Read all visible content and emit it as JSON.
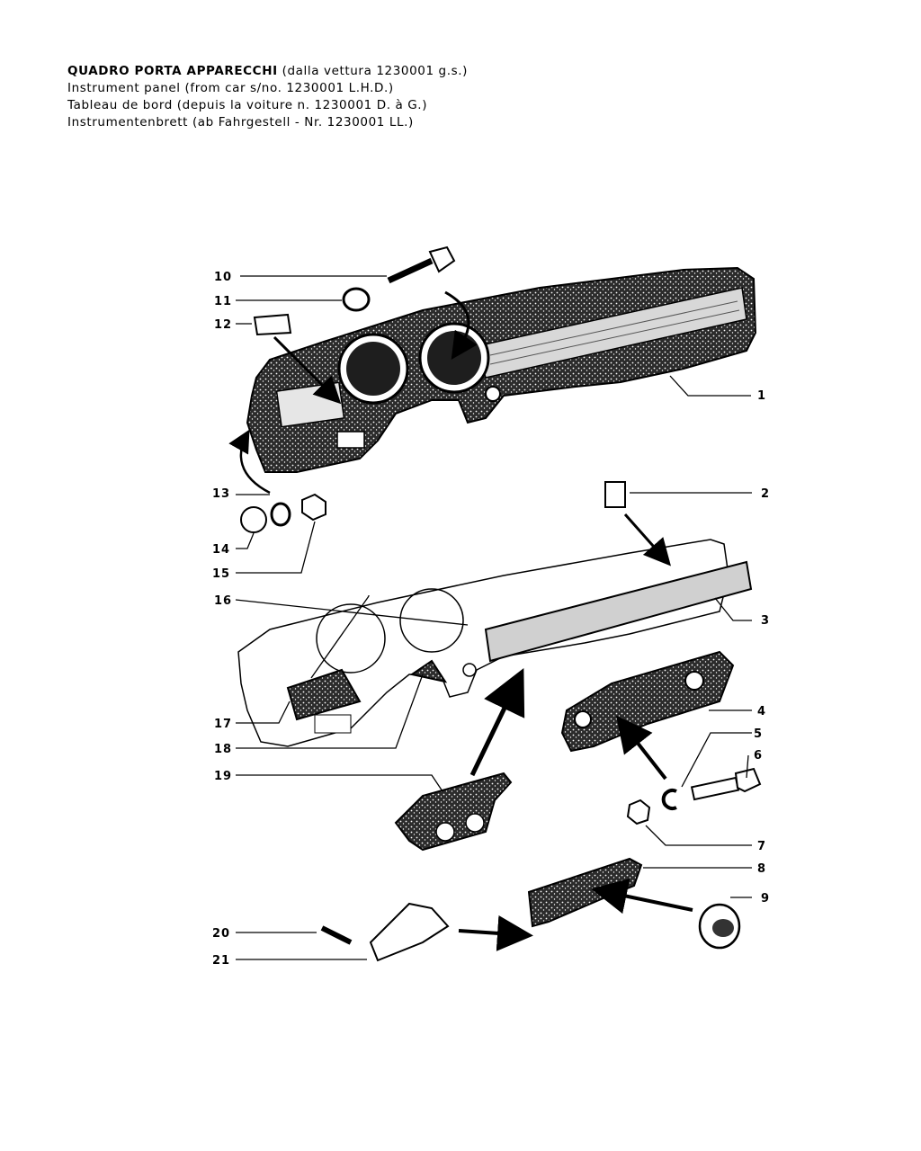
{
  "title": {
    "line1_bold": "QUADRO PORTA APPARECCHI",
    "line1_rest": " (dalla vettura 1230001 g.s.)",
    "line2": "Instrument panel (from car s/no. 1230001 L.H.D.)",
    "line3": "Tableau de bord (depuis la voiture n. 1230001 D. à G.)",
    "line4": "Instrumentenbrett (ab Fahrgestell - Nr. 1230001 LL.)"
  },
  "callouts": {
    "c1": "1",
    "c2": "2",
    "c3": "3",
    "c4": "4",
    "c5": "5",
    "c6": "6",
    "c7": "7",
    "c8": "8",
    "c9": "9",
    "c10": "10",
    "c11": "11",
    "c12": "12",
    "c13": "13",
    "c14": "14",
    "c15": "15",
    "c16": "16",
    "c17": "17",
    "c18": "18",
    "c19": "19",
    "c20": "20",
    "c21": "21"
  },
  "colors": {
    "ink": "#000000",
    "paper": "#ffffff",
    "texture": "#3a3a3a"
  }
}
